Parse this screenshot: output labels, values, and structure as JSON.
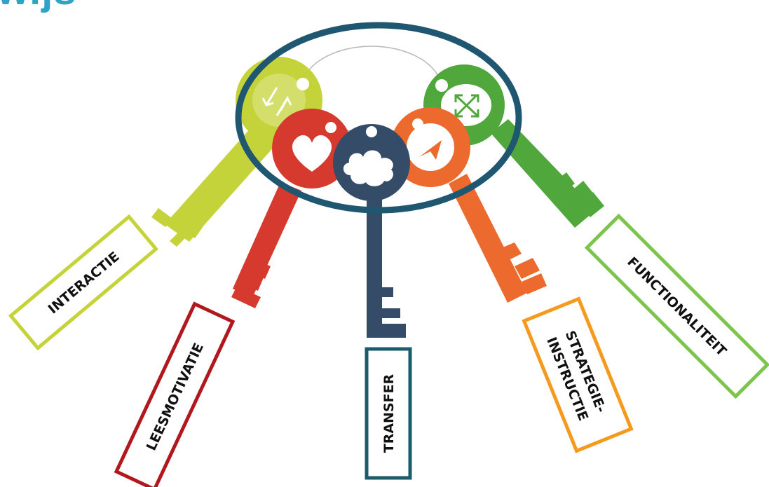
{
  "title": "wijs",
  "keys": [
    {
      "id": "interactie",
      "color": "#c5d33a",
      "icon": "bidirectional-arrows-icon"
    },
    {
      "id": "leesmotivatie",
      "color": "#d63a2f",
      "icon": "heart-icon"
    },
    {
      "id": "transfer",
      "color": "#344c68",
      "icon": "cloud-icon"
    },
    {
      "id": "strategie",
      "color": "#ec6a2e",
      "icon": "pointer-arrow-icon"
    },
    {
      "id": "functionaliteit",
      "color": "#50a83c",
      "icon": "four-way-arrows-icon"
    }
  ],
  "ring_color": "#1f5670",
  "tags": {
    "interactie": {
      "label": "INTERACTIE",
      "border": "#c5d33a"
    },
    "leesmotivatie": {
      "label": "LEESMOTIVATIE",
      "border": "#b0181d"
    },
    "transfer": {
      "label": "TRANSFER",
      "border": "#1d5b6c"
    },
    "strategie": {
      "line1": "STRATEGIE-",
      "line2": "INSTRUCTIE",
      "border": "#f59a1e"
    },
    "functionaliteit": {
      "label": "FUNCTIONALITEIT",
      "border": "#7cc44c"
    }
  }
}
